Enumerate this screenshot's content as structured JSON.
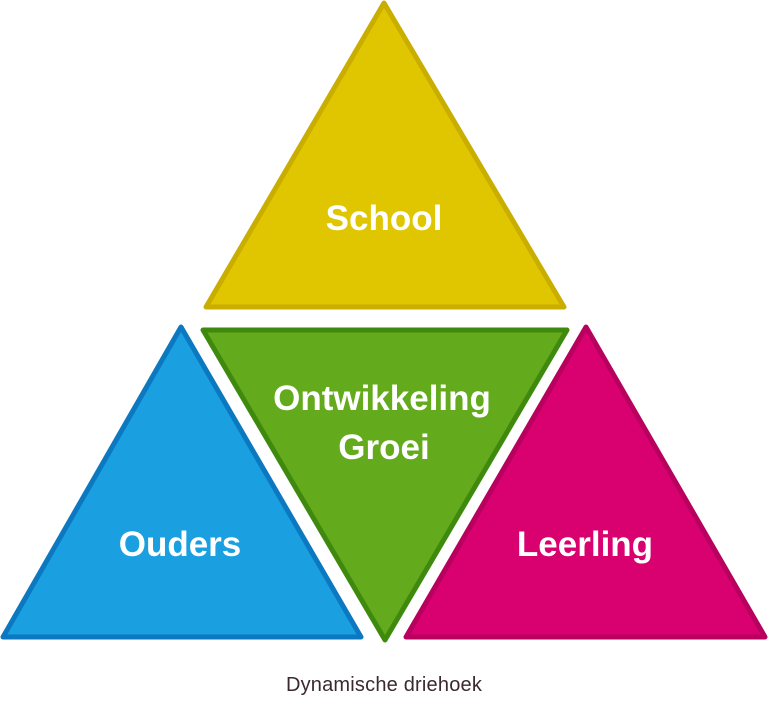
{
  "diagram": {
    "triangles": {
      "school": {
        "label": "School",
        "fill": "#E0C600",
        "stroke": "#C9AE00"
      },
      "center": {
        "label_line1": "Ontwikkeling",
        "label_line2": "Groei",
        "fill": "#63AA1C",
        "stroke": "#3F8A0E"
      },
      "ouders": {
        "label": "Ouders",
        "fill": "#1AA0E0",
        "stroke": "#0B78C0"
      },
      "leerling": {
        "label": "Leerling",
        "fill": "#D9006F",
        "stroke": "#B8005E"
      }
    },
    "caption": "Dynamische driehoek"
  }
}
